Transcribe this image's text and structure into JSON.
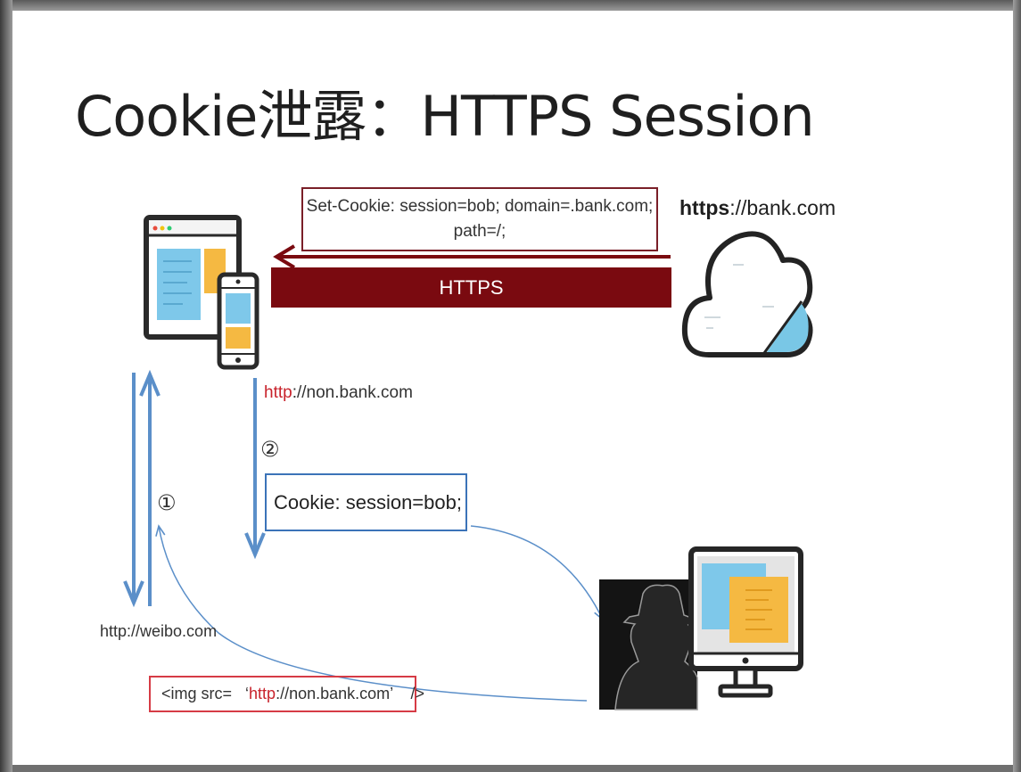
{
  "slide": {
    "title": "Cookie泄露：HTTPS Session"
  },
  "server": {
    "scheme": "https",
    "rest": "://bank.com"
  },
  "response": {
    "set_cookie_line1": "Set-Cookie: session=bob; domain=.bank.com;",
    "set_cookie_line2": "path=/;",
    "channel_label": "HTTPS"
  },
  "leak": {
    "scheme": "http",
    "rest": "://non.bank.com",
    "step2_marker": "②",
    "cookie_header": "Cookie: session=bob;"
  },
  "attack": {
    "step1_marker": "①",
    "weibo_url": "http://weibo.com",
    "img_prefix": "<img src=   ‘",
    "img_scheme": "http",
    "img_rest": "://non.bank.com’    />"
  },
  "icons": {
    "client": "laptop-and-phone-icon",
    "server": "cloud-icon",
    "attacker": "hacker-silhouette-icon",
    "attacker_machine": "desktop-monitor-icon"
  },
  "colors": {
    "https_bar": "#7a0a10",
    "set_cookie_border": "#7a1f28",
    "arrow_blue": "#5b8fc9",
    "cookie_border": "#3b73b8",
    "img_border": "#d63b45",
    "http_red": "#c8232c"
  }
}
